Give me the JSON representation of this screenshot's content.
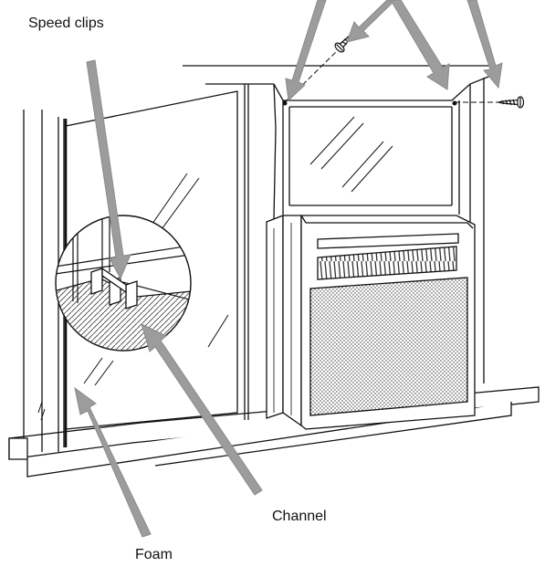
{
  "labels": {
    "speed_clips": "Speed clips",
    "channel": "Channel",
    "foam": "Foam"
  },
  "colors": {
    "line": "#111111",
    "arrow": "#9a9a9a",
    "hatch": "#555555",
    "background": "#ffffff"
  },
  "icons": [
    "screw-icon",
    "arrow-icon"
  ]
}
